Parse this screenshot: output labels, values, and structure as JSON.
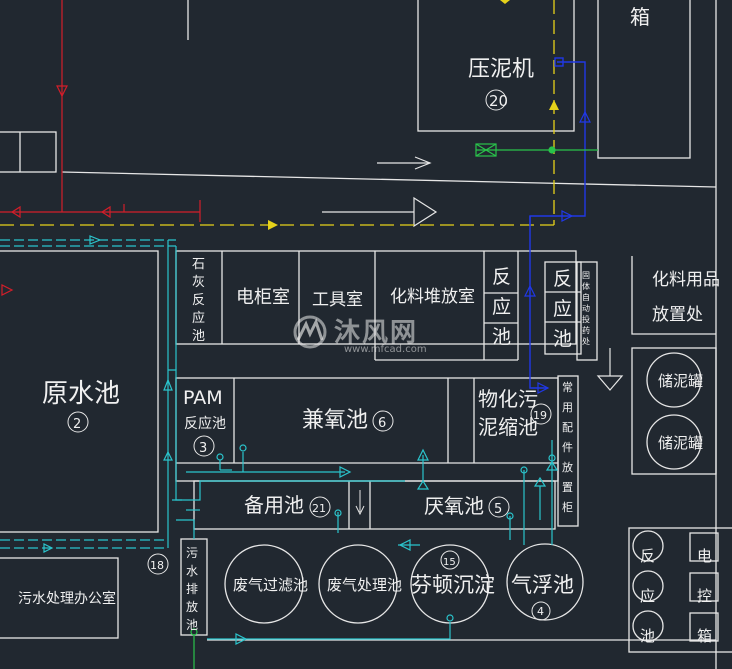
{
  "colors": {
    "background": "#212830",
    "wall": "#e6e6e6",
    "cyan_pipe": "#2bc4cc",
    "yellow_pipe": "#e6d21a",
    "red_pipe": "#d21e2a",
    "blue_pipe": "#2038e6",
    "green_pipe": "#29c34a"
  },
  "labels": {
    "box_top_right": "箱",
    "press": "压泥机",
    "press_no": "20",
    "lime_pool": "石灰反应池",
    "elec_room": "电柜室",
    "tool_room": "工具室",
    "chem_room": "化料堆放室",
    "react1": "反应池",
    "react2": "反应池",
    "narrow_room": "固体自动投药处",
    "chem_place_1": "化料用品",
    "chem_place_2": "放置处",
    "raw_pool": "原水池",
    "raw_pool_no": "2",
    "pam": "PAM",
    "pam_sub": "反应池",
    "pam_no": "3",
    "anoxic": "兼氧池",
    "anoxic_no": "6",
    "sludge_1": "物化污",
    "sludge_2": "泥缩池",
    "sludge_no": "19",
    "parts": "常用配件放置柜",
    "tank1": "储泥罐",
    "tank2": "储泥罐",
    "spare": "备用池",
    "spare_no": "21",
    "anaerobic": "厌氧池",
    "anaerobic_no": "5",
    "office": "污水处理办公室",
    "drain": "污水排放池",
    "drain_no": "18",
    "gas_filter": "废气过滤池",
    "gas_treat": "废气处理池",
    "fenton": "芬顿沉淀",
    "fenton_no": "15",
    "float": "气浮池",
    "float_no": "4",
    "react_bottom": "反应池",
    "elec_box": "电控箱"
  },
  "watermark": {
    "brand": "沐风网",
    "url": "www.mfcad.com"
  }
}
